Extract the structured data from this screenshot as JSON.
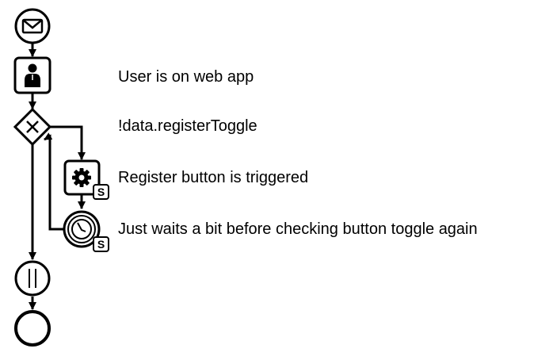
{
  "diagram": {
    "nodes": [
      {
        "id": "start",
        "kind": "message-start-event",
        "icon": "envelope-icon"
      },
      {
        "id": "user-task",
        "kind": "user-task",
        "icon": "user-icon",
        "label": "User is on web app"
      },
      {
        "id": "gateway",
        "kind": "exclusive-gateway",
        "icon": "x-icon",
        "label": "!data.registerToggle"
      },
      {
        "id": "service-task",
        "kind": "service-task",
        "icon": "gear-icon",
        "badge": "S",
        "label": "Register button is triggered"
      },
      {
        "id": "timer",
        "kind": "timer-event",
        "icon": "clock-icon",
        "badge": "S",
        "label": "Just waits a bit before checking button toggle again"
      },
      {
        "id": "parallel",
        "kind": "parallel-event",
        "icon": "pause-icon"
      },
      {
        "id": "end",
        "kind": "end-event"
      }
    ],
    "colors": {
      "stroke": "#000000",
      "fill": "#ffffff"
    }
  }
}
